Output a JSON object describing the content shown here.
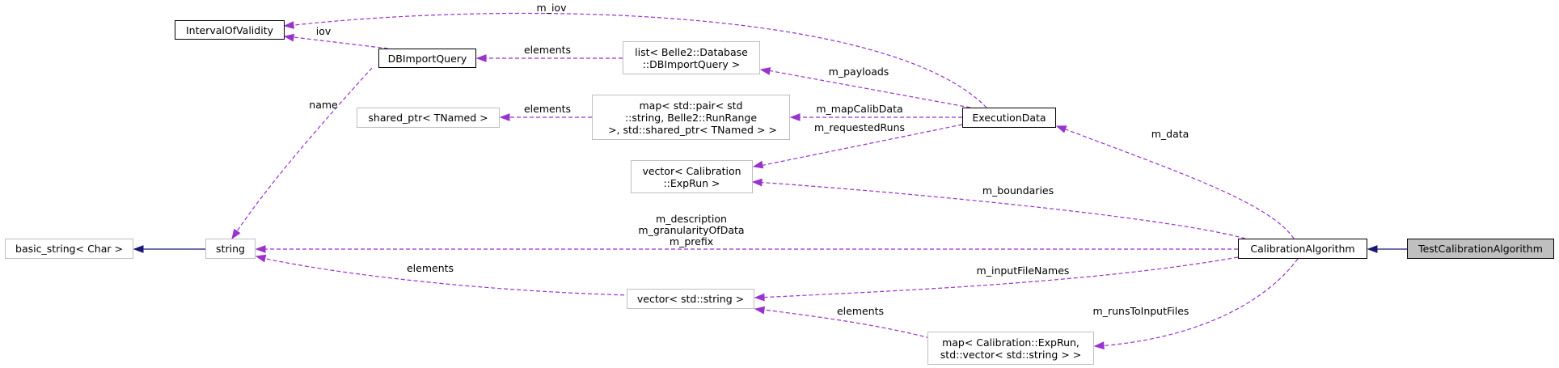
{
  "nodes": {
    "interval_of_validity": {
      "label": [
        "IntervalOfValidity"
      ]
    },
    "db_import_query": {
      "label": [
        "DBImportQuery"
      ]
    },
    "list_db_import_query": {
      "label": [
        "list< Belle2::Database",
        "::DBImportQuery >"
      ]
    },
    "shared_ptr_tnamed": {
      "label": [
        "shared_ptr< TNamed >"
      ]
    },
    "map_calib_data": {
      "label": [
        "map< std::pair< std",
        "::string, Belle2::RunRange",
        " >, std::shared_ptr< TNamed > >"
      ]
    },
    "execution_data": {
      "label": [
        "ExecutionData"
      ]
    },
    "vector_exprun": {
      "label": [
        "vector< Calibration",
        "::ExpRun >"
      ]
    },
    "basic_string": {
      "label": [
        "basic_string< Char >"
      ]
    },
    "string": {
      "label": [
        "string"
      ]
    },
    "calibration_algorithm": {
      "label": [
        "CalibrationAlgorithm"
      ]
    },
    "test_calibration_algorithm": {
      "label": [
        "TestCalibrationAlgorithm"
      ]
    },
    "vector_string": {
      "label": [
        "vector< std::string >"
      ]
    },
    "map_exprun_files": {
      "label": [
        "map< Calibration::ExpRun,",
        "std::vector< std::string > >"
      ]
    }
  },
  "edges": [
    {
      "id": "e-m-iov",
      "kind": "usage",
      "from": "execution_data",
      "to": "interval_of_validity",
      "label": [
        "m_iov"
      ]
    },
    {
      "id": "e-iov",
      "kind": "usage",
      "from": "db_import_query",
      "to": "interval_of_validity",
      "label": [
        "iov"
      ]
    },
    {
      "id": "e-elements-list",
      "kind": "usage",
      "from": "list_db_import_query",
      "to": "db_import_query",
      "label": [
        "elements"
      ]
    },
    {
      "id": "e-m-payloads",
      "kind": "usage",
      "from": "execution_data",
      "to": "list_db_import_query",
      "label": [
        "m_payloads"
      ]
    },
    {
      "id": "e-name",
      "kind": "usage",
      "from": "db_import_query",
      "to": "string",
      "label": [
        "name"
      ]
    },
    {
      "id": "e-elements-map",
      "kind": "usage",
      "from": "map_calib_data",
      "to": "shared_ptr_tnamed",
      "label": [
        "elements"
      ]
    },
    {
      "id": "e-m-mapcalibdata",
      "kind": "usage",
      "from": "execution_data",
      "to": "map_calib_data",
      "label": [
        "m_mapCalibData"
      ]
    },
    {
      "id": "e-m-requestedruns",
      "kind": "usage",
      "from": "execution_data",
      "to": "vector_exprun",
      "label": [
        "m_requestedRuns"
      ]
    },
    {
      "id": "e-m-data",
      "kind": "usage",
      "from": "calibration_algorithm",
      "to": "execution_data",
      "label": [
        "m_data"
      ]
    },
    {
      "id": "e-m-boundaries",
      "kind": "usage",
      "from": "calibration_algorithm",
      "to": "vector_exprun",
      "label": [
        "m_boundaries"
      ]
    },
    {
      "id": "e-basic-string",
      "kind": "inherit",
      "from": "string",
      "to": "basic_string",
      "label": []
    },
    {
      "id": "e-m-description",
      "kind": "usage",
      "from": "calibration_algorithm",
      "to": "string",
      "label": [
        "m_description",
        "m_granularityOfData",
        "m_prefix"
      ]
    },
    {
      "id": "e-elements-vecstr",
      "kind": "usage",
      "from": "vector_string",
      "to": "string",
      "label": [
        "elements"
      ]
    },
    {
      "id": "e-m-inputfilenames",
      "kind": "usage",
      "from": "calibration_algorithm",
      "to": "vector_string",
      "label": [
        "m_inputFileNames"
      ]
    },
    {
      "id": "e-test-calib",
      "kind": "inherit",
      "from": "test_calibration_algorithm",
      "to": "calibration_algorithm",
      "label": []
    },
    {
      "id": "e-m-runstoinputfiles",
      "kind": "usage",
      "from": "calibration_algorithm",
      "to": "map_exprun_files",
      "label": [
        "m_runsToInputFiles"
      ]
    },
    {
      "id": "e-elements-mapfiles",
      "kind": "usage",
      "from": "map_exprun_files",
      "to": "vector_string",
      "label": [
        "elements"
      ]
    }
  ],
  "colors": {
    "usage_edge": "#9a32cd",
    "inherit_edge": "#191970",
    "highlight_fill": "#bfbfbf",
    "documented_border": "#000000",
    "undocumented_border": "#bfbfbf"
  }
}
